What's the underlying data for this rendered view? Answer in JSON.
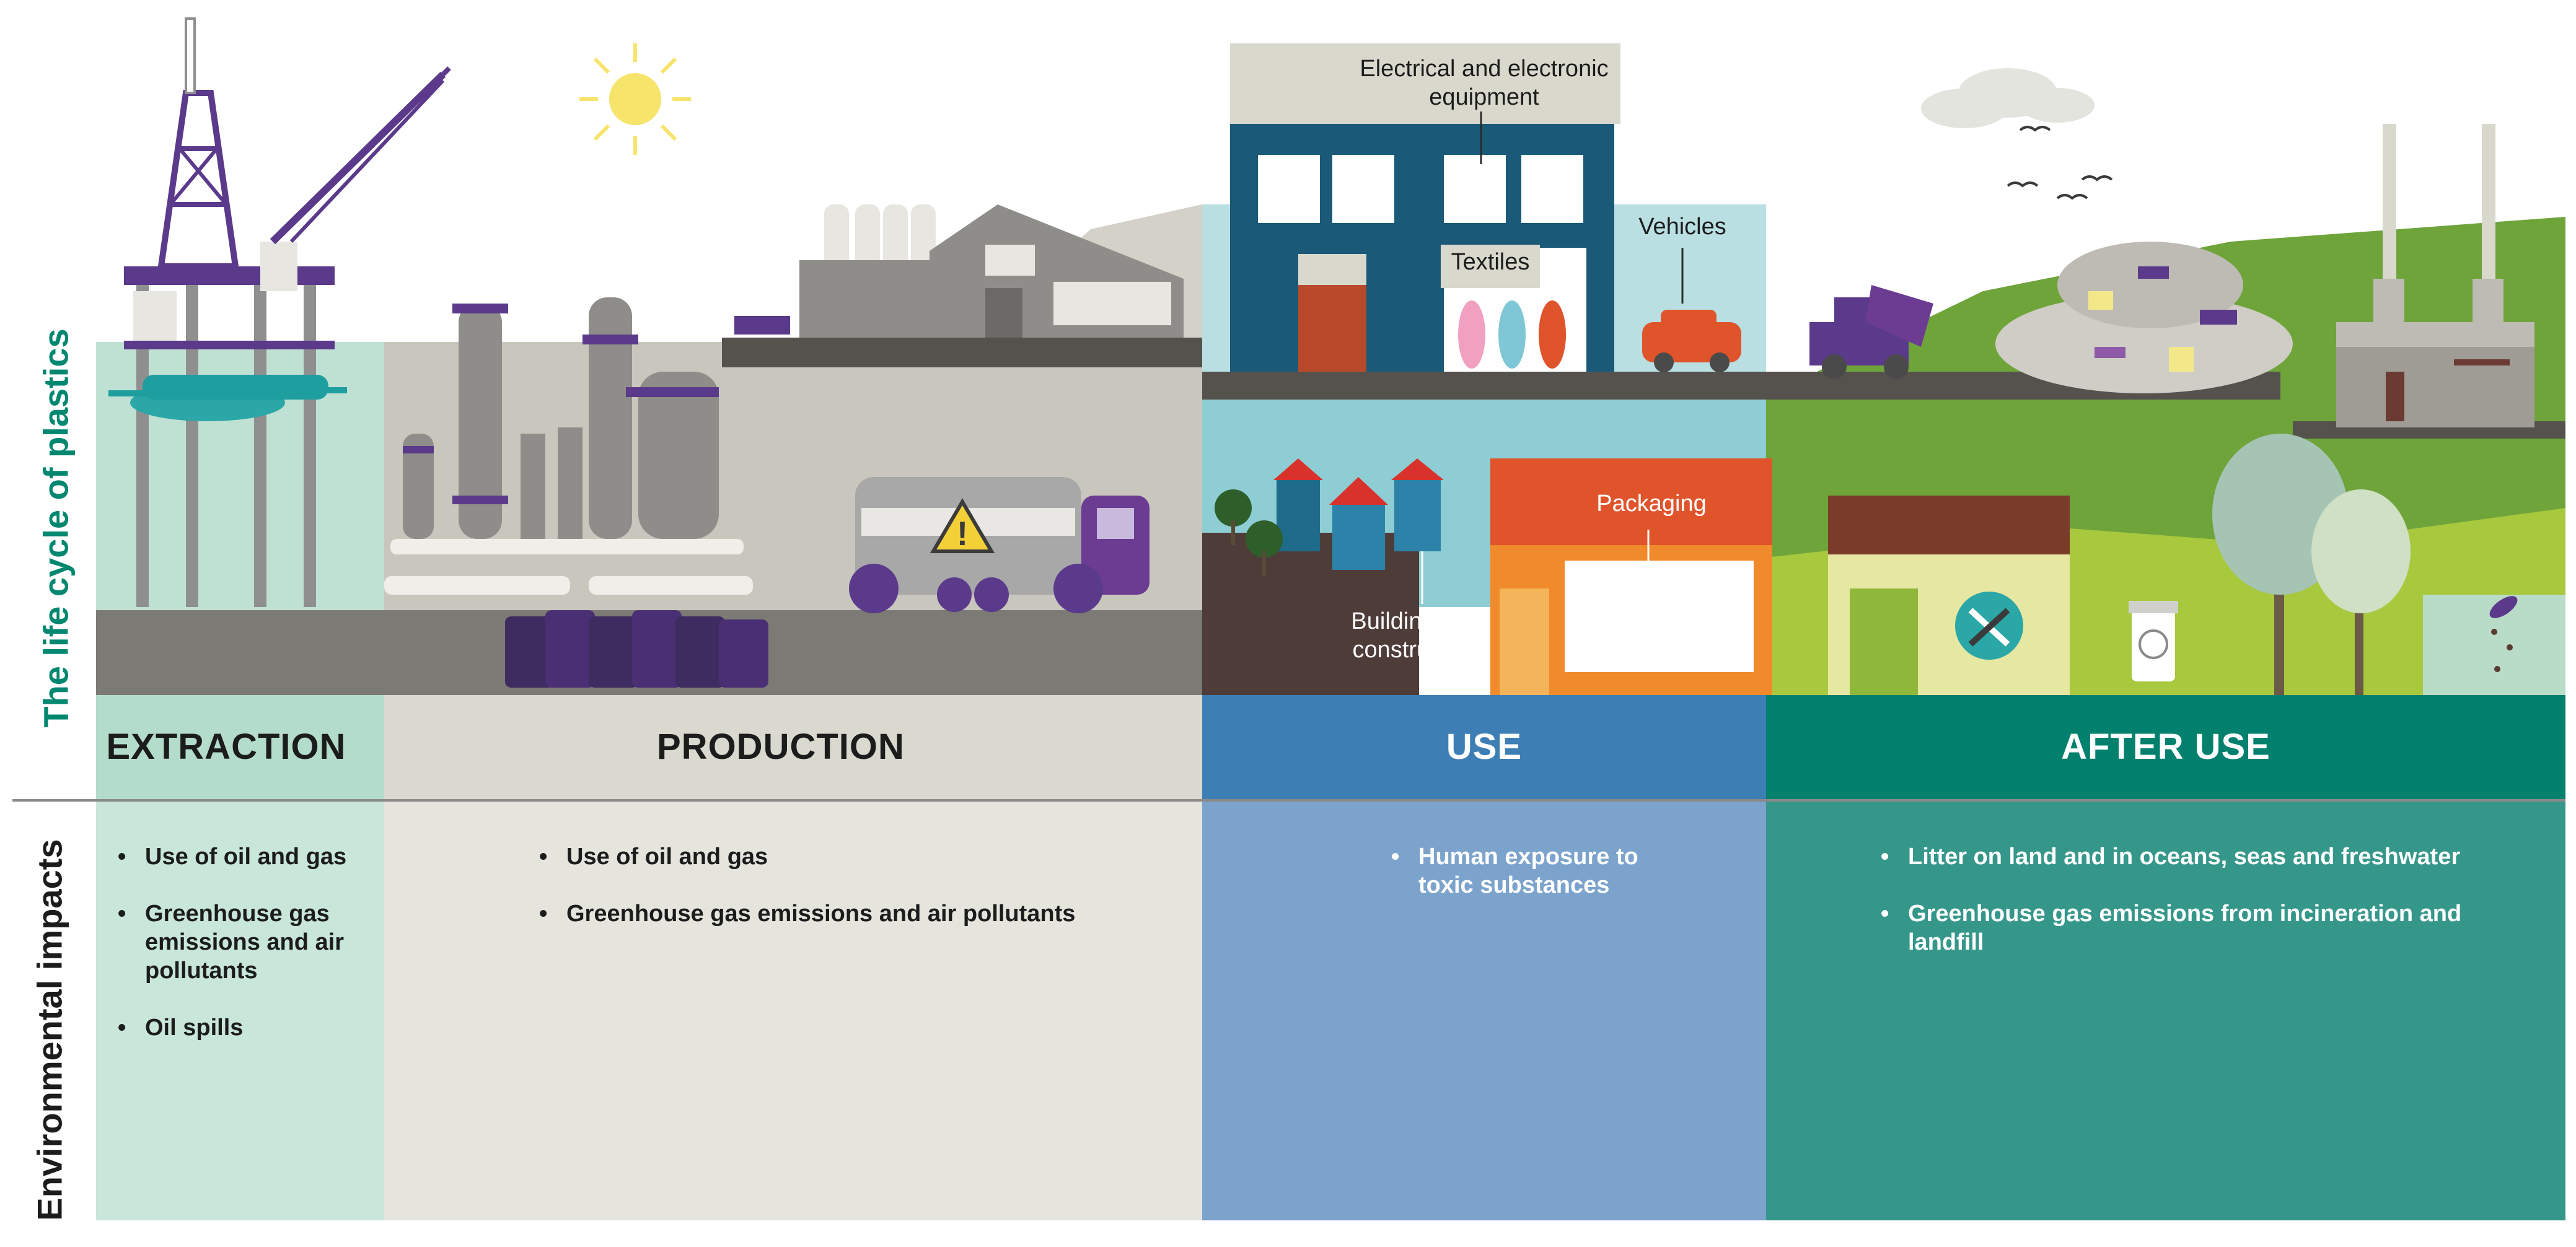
{
  "side_labels": {
    "life_cycle": "The life cycle of plastics",
    "impacts": "Environmental impacts"
  },
  "stages": [
    {
      "title": "EXTRACTION",
      "impacts": [
        "Use of oil and gas",
        "Greenhouse gas emissions and air pollutants",
        "Oil spills"
      ]
    },
    {
      "title": "PRODUCTION",
      "impacts": [
        "Use of oil and gas",
        "Greenhouse gas emissions and air pollutants"
      ]
    },
    {
      "title": "USE",
      "impacts": [
        "Human exposure to toxic substances"
      ]
    },
    {
      "title": "AFTER USE",
      "impacts": [
        "Litter on land and in oceans, seas and freshwater",
        "Greenhouse gas emissions from incineration and landfill"
      ]
    }
  ],
  "scene_labels": {
    "electrical": "Electrical and electronic equipment",
    "textiles": "Textiles",
    "vehicles": "Vehicles",
    "packaging": "Packaging",
    "building": "Building and construction"
  },
  "colors": {
    "extraction_header": "#b3dccb",
    "extraction_body": "#c8e6d9",
    "production_header": "#d9d9cf",
    "production_body": "#e5e5de",
    "use_header": "#3d7fb5",
    "use_body": "#7ba3cc",
    "after_header": "#00806d",
    "after_body": "#35978a",
    "title_green": "#00876f",
    "purple": "#5b3a8b"
  }
}
